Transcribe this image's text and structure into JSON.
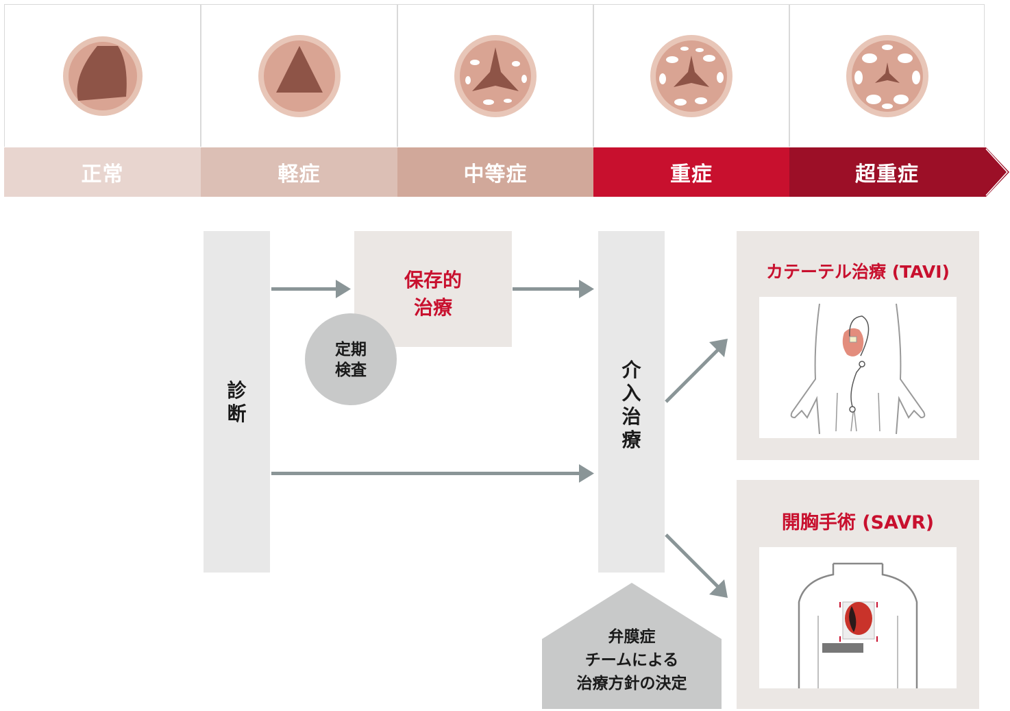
{
  "severity_stages": [
    {
      "label": "正常",
      "color": "#e8d5cf"
    },
    {
      "label": "軽症",
      "color": "#dcbfb5"
    },
    {
      "label": "中等症",
      "color": "#d1a89a"
    },
    {
      "label": "重症",
      "color": "#c8102e"
    },
    {
      "label": "超重症",
      "color": "#9c0f27"
    }
  ],
  "diagnosis": {
    "line1": "診",
    "line2": "断"
  },
  "conservative": {
    "line1": "保存的",
    "line2": "治療"
  },
  "checkup": {
    "line1": "定期",
    "line2": "検査"
  },
  "intervention": {
    "c1": "介",
    "c2": "入",
    "c3": "治",
    "c4": "療"
  },
  "team": {
    "line1": "弁膜症",
    "line2": "チームによる",
    "line3": "治療方針の決定"
  },
  "tavi": {
    "title": "カテーテル治療 (TAVI)"
  },
  "savr": {
    "title": "開胸手術 (SAVR)"
  },
  "colors": {
    "accent": "#c8102e",
    "panel": "#ebe7e4",
    "bar": "#e8e8e8",
    "arrow": "#8a9597",
    "circle": "#c8c9c9"
  }
}
